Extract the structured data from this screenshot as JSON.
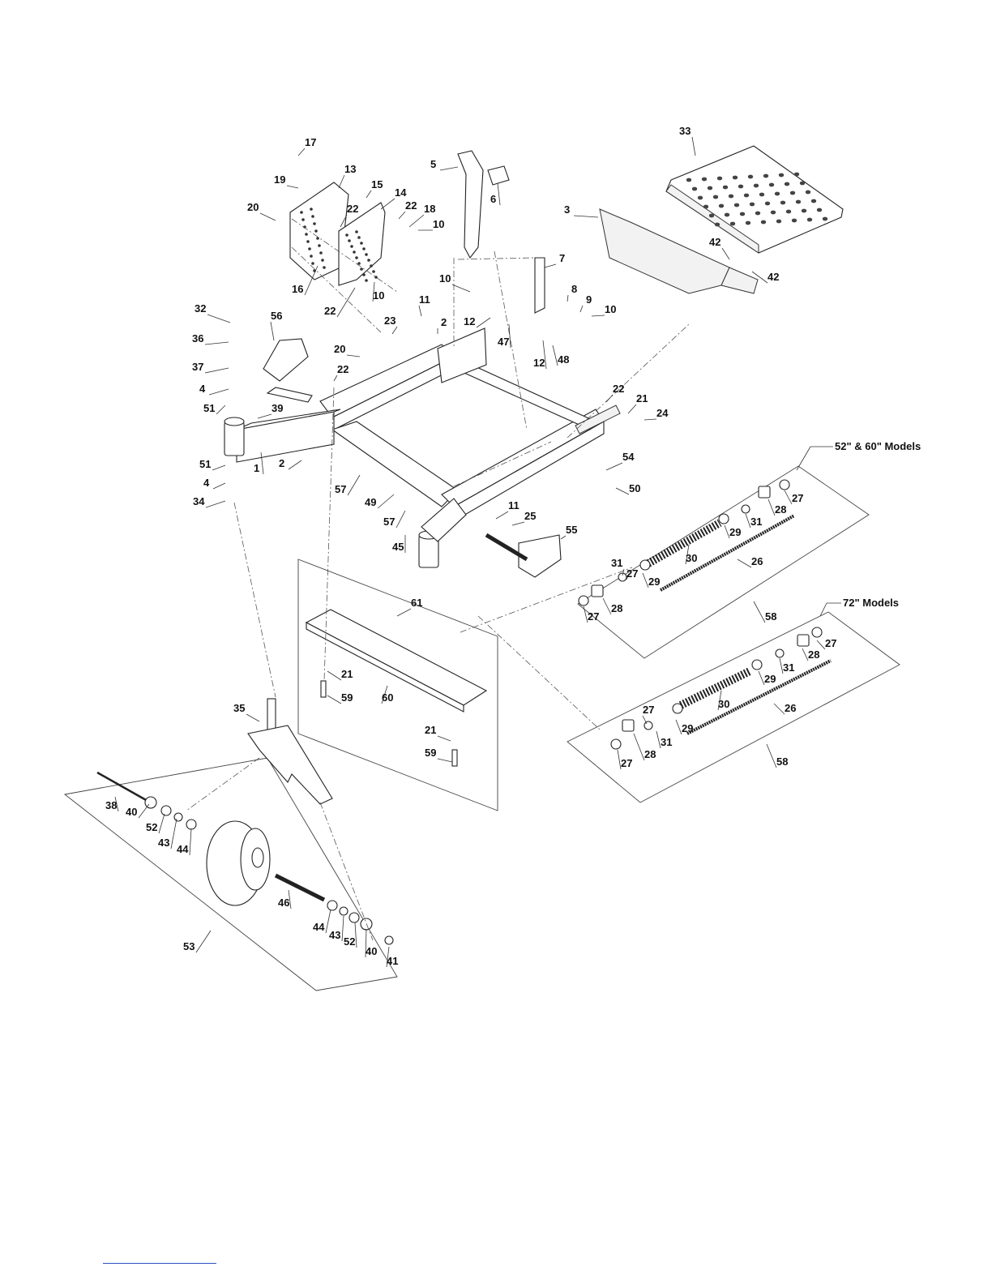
{
  "diagram": {
    "model_labels": {
      "group_52_60": "52\" & 60\" Models",
      "group_72": "72\" Models"
    },
    "callouts": [
      {
        "id": "c17",
        "text": "17"
      },
      {
        "id": "c13",
        "text": "13"
      },
      {
        "id": "c19",
        "text": "19"
      },
      {
        "id": "c15",
        "text": "15"
      },
      {
        "id": "c14",
        "text": "14"
      },
      {
        "id": "c20a",
        "text": "20"
      },
      {
        "id": "c22a",
        "text": "22"
      },
      {
        "id": "c22b",
        "text": "22"
      },
      {
        "id": "c18",
        "text": "18"
      },
      {
        "id": "c10a",
        "text": "10"
      },
      {
        "id": "c16",
        "text": "16"
      },
      {
        "id": "c22c",
        "text": "22"
      },
      {
        "id": "c10b",
        "text": "10"
      },
      {
        "id": "c5",
        "text": "5"
      },
      {
        "id": "c6",
        "text": "6"
      },
      {
        "id": "c33",
        "text": "33"
      },
      {
        "id": "c3",
        "text": "3"
      },
      {
        "id": "c7",
        "text": "7"
      },
      {
        "id": "c42a",
        "text": "42"
      },
      {
        "id": "c42b",
        "text": "42"
      },
      {
        "id": "c10c",
        "text": "10"
      },
      {
        "id": "c8",
        "text": "8"
      },
      {
        "id": "c9",
        "text": "9"
      },
      {
        "id": "c10d",
        "text": "10"
      },
      {
        "id": "c11a",
        "text": "11"
      },
      {
        "id": "c2a",
        "text": "2"
      },
      {
        "id": "c12a",
        "text": "12"
      },
      {
        "id": "c47",
        "text": "47"
      },
      {
        "id": "c12b",
        "text": "12"
      },
      {
        "id": "c48",
        "text": "48"
      },
      {
        "id": "c23",
        "text": "23"
      },
      {
        "id": "c32",
        "text": "32"
      },
      {
        "id": "c56",
        "text": "56"
      },
      {
        "id": "c36",
        "text": "36"
      },
      {
        "id": "c20b",
        "text": "20"
      },
      {
        "id": "c37",
        "text": "37"
      },
      {
        "id": "c22d",
        "text": "22"
      },
      {
        "id": "c4a",
        "text": "4"
      },
      {
        "id": "c51a",
        "text": "51"
      },
      {
        "id": "c39",
        "text": "39"
      },
      {
        "id": "c22e",
        "text": "22"
      },
      {
        "id": "c21a",
        "text": "21"
      },
      {
        "id": "c24",
        "text": "24"
      },
      {
        "id": "c51b",
        "text": "51"
      },
      {
        "id": "c2b",
        "text": "2"
      },
      {
        "id": "c1",
        "text": "1"
      },
      {
        "id": "c4b",
        "text": "4"
      },
      {
        "id": "c54",
        "text": "54"
      },
      {
        "id": "c34",
        "text": "34"
      },
      {
        "id": "c57a",
        "text": "57"
      },
      {
        "id": "c49",
        "text": "49"
      },
      {
        "id": "c50",
        "text": "50"
      },
      {
        "id": "c57b",
        "text": "57"
      },
      {
        "id": "c11b",
        "text": "11"
      },
      {
        "id": "c25",
        "text": "25"
      },
      {
        "id": "c55",
        "text": "55"
      },
      {
        "id": "c45",
        "text": "45"
      },
      {
        "id": "c27a",
        "text": "27"
      },
      {
        "id": "c28a",
        "text": "28"
      },
      {
        "id": "c31a",
        "text": "31"
      },
      {
        "id": "c29a",
        "text": "29"
      },
      {
        "id": "c30a",
        "text": "30"
      },
      {
        "id": "c26a",
        "text": "26"
      },
      {
        "id": "c31b",
        "text": "31"
      },
      {
        "id": "c29b",
        "text": "29"
      },
      {
        "id": "c27b",
        "text": "27"
      },
      {
        "id": "c27c",
        "text": "27"
      },
      {
        "id": "c28b",
        "text": "28"
      },
      {
        "id": "c58a",
        "text": "58"
      },
      {
        "id": "c61",
        "text": "61"
      },
      {
        "id": "c21b",
        "text": "21"
      },
      {
        "id": "c59a",
        "text": "59"
      },
      {
        "id": "c60",
        "text": "60"
      },
      {
        "id": "c21c",
        "text": "21"
      },
      {
        "id": "c59b",
        "text": "59"
      },
      {
        "id": "c28c",
        "text": "28"
      },
      {
        "id": "c27d",
        "text": "27"
      },
      {
        "id": "c29c",
        "text": "29"
      },
      {
        "id": "c31c",
        "text": "31"
      },
      {
        "id": "c30b",
        "text": "30"
      },
      {
        "id": "c26b",
        "text": "26"
      },
      {
        "id": "c27e",
        "text": "27"
      },
      {
        "id": "c29d",
        "text": "29"
      },
      {
        "id": "c31d",
        "text": "31"
      },
      {
        "id": "c27f",
        "text": "27"
      },
      {
        "id": "c28d",
        "text": "28"
      },
      {
        "id": "c58b",
        "text": "58"
      },
      {
        "id": "c35",
        "text": "35"
      },
      {
        "id": "c38",
        "text": "38"
      },
      {
        "id": "c40a",
        "text": "40"
      },
      {
        "id": "c52a",
        "text": "52"
      },
      {
        "id": "c43a",
        "text": "43"
      },
      {
        "id": "c44a",
        "text": "44"
      },
      {
        "id": "c46",
        "text": "46"
      },
      {
        "id": "c44b",
        "text": "44"
      },
      {
        "id": "c43b",
        "text": "43"
      },
      {
        "id": "c52b",
        "text": "52"
      },
      {
        "id": "c40b",
        "text": "40"
      },
      {
        "id": "c41",
        "text": "41"
      },
      {
        "id": "c53",
        "text": "53"
      }
    ]
  }
}
